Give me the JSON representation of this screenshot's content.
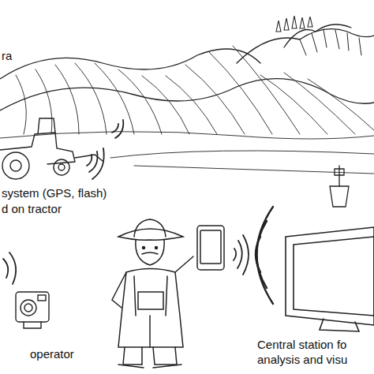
{
  "diagram": {
    "labels": [
      "ra",
      "system (GPS, flash)",
      "d on tractor",
      "operator",
      "Central station fo",
      "analysis and visu"
    ]
  }
}
